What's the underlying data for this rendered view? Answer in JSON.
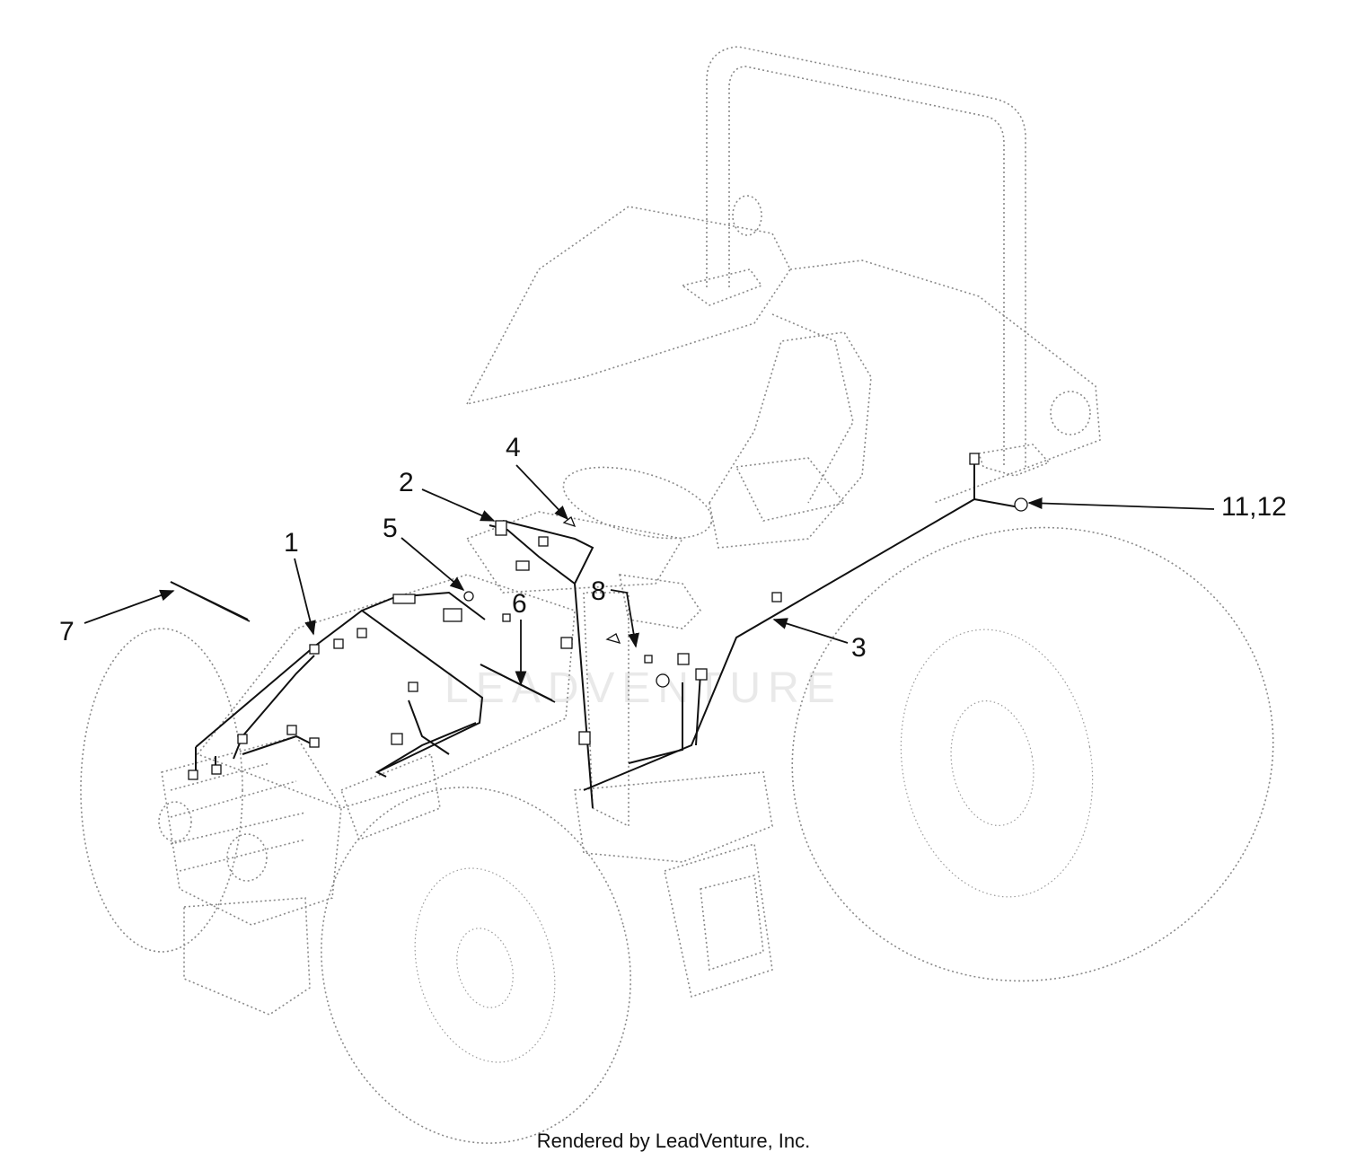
{
  "callouts": {
    "c1": "1",
    "c2": "2",
    "c3": "3",
    "c4": "4",
    "c5": "5",
    "c6": "6",
    "c7": "7",
    "c8": "8",
    "c11_12": "11,12"
  },
  "watermark": "LEADVENTURE",
  "footer": "Rendered by LeadVenture, Inc.",
  "colors": {
    "line": "#111111",
    "outline": "#8a8a8a",
    "background": "#ffffff"
  }
}
